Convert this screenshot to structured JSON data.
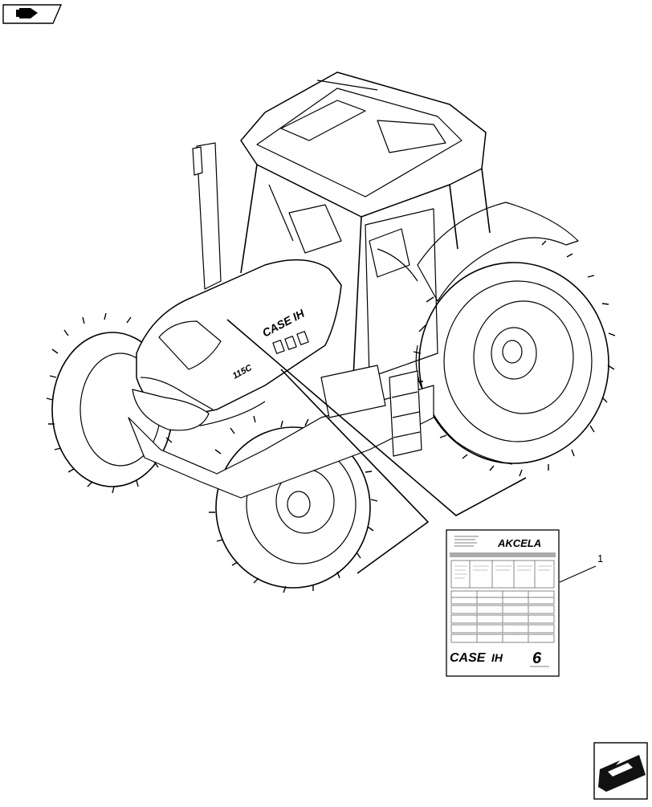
{
  "nav": {
    "back_icon": "back-arrow-icon",
    "next_icon": "forward-arrow-icon"
  },
  "diagram": {
    "subject": "tractor-decals",
    "callouts": [
      {
        "number": "1",
        "target": "decal-label"
      }
    ]
  },
  "decal": {
    "header_logo": "AKCELA",
    "brand": "CASE",
    "brand_mark": "IH",
    "emission_digit": "6"
  },
  "hood_text": "CASE IH",
  "hood_model": "115C"
}
